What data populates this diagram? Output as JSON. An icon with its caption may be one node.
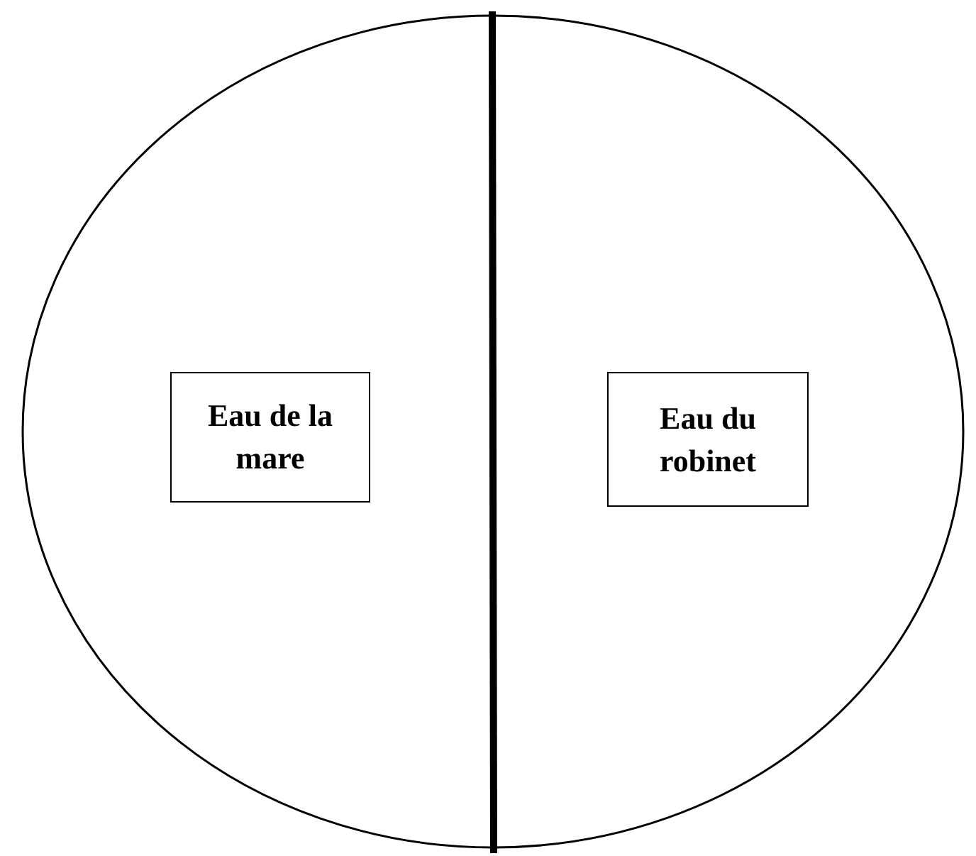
{
  "diagram": {
    "nodes": [
      {
        "text": [],
        "shape": "circle"
      },
      {
        "text": [
          "Eau de la mare"
        ],
        "in": 0
      },
      {
        "text": [
          "Eau du robinet"
        ],
        "in": 0
      }
    ]
  }
}
